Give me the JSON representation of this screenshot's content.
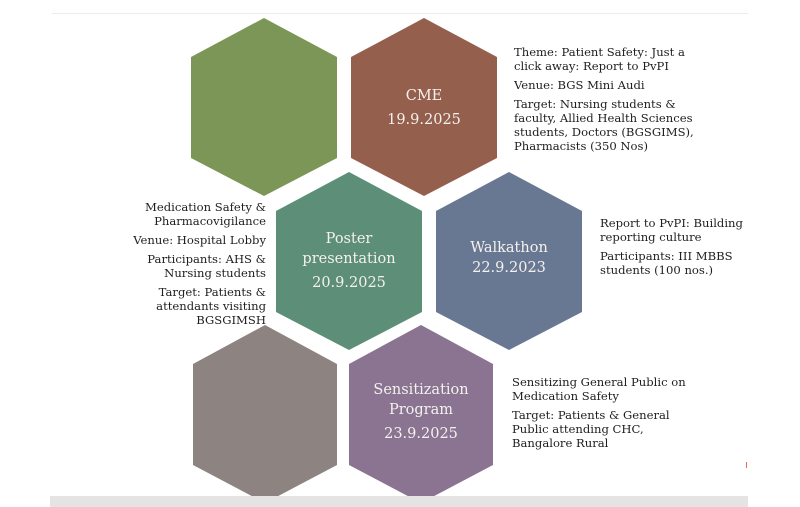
{
  "colors": {
    "green": "#7c9658",
    "brown": "#955f4d",
    "teal": "#5d8e78",
    "blue": "#687892",
    "mauve": "#8d8482",
    "purple": "#8a7491"
  },
  "hexes": {
    "cme": {
      "title": "CME",
      "date": "19.9.2025"
    },
    "poster": {
      "title_line1": "Poster",
      "title_line2": "presentation",
      "date": "20.9.2025"
    },
    "walkathon": {
      "title": "Walkathon",
      "date": "22.9.2023"
    },
    "sensitization": {
      "title_line1": "Sensitization",
      "title_line2": "Program",
      "date": "23.9.2025"
    }
  },
  "details": {
    "cme": [
      "Theme: Patient Safety: Just a click away: Report to PvPI",
      "Venue: BGS Mini Audi",
      "Target: Nursing students & faculty, Allied Health Sciences students, Doctors (BGSGIMS), Pharmacists (350 Nos)"
    ],
    "poster": [
      "Medication Safety & Pharmacovigilance",
      "Venue: Hospital Lobby",
      "Participants: AHS & Nursing students",
      "Target: Patients & attendants visiting BGSGIMSH"
    ],
    "walkathon": [
      "Report to PvPI: Building reporting culture",
      "Participants: III MBBS students (100 nos.)"
    ],
    "sensitization": [
      "Sensitizing General Public on Medication Safety",
      "Target: Patients & General Public attending CHC, Bangalore Rural"
    ]
  }
}
